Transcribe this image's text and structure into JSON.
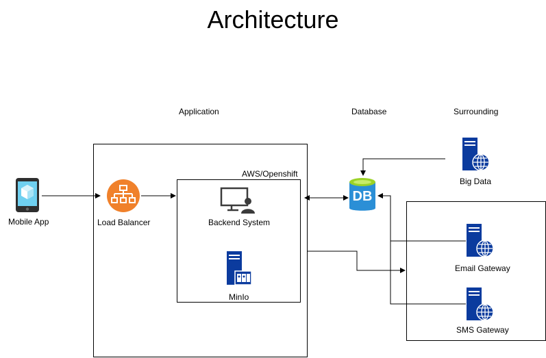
{
  "title": "Architecture",
  "sections": {
    "application": "Application",
    "database": "Database",
    "surrounding": "Surrounding"
  },
  "nodes": {
    "mobile_app": "Mobile App",
    "load_balancer": "Load Balancer",
    "aws_openshift": "AWS/Openshift",
    "backend_system": "Backend System",
    "minio": "MinIo",
    "db": "DB",
    "big_data": "Big Data",
    "email_gateway": "Email Gateway",
    "sms_gateway": "SMS Gateway"
  },
  "colors": {
    "server_blue": "#0b3b9e",
    "lb_orange": "#f0812b",
    "db_blue": "#2b8fd6",
    "db_green": "#9bd227",
    "monitor_dark": "#3b3b3b"
  }
}
